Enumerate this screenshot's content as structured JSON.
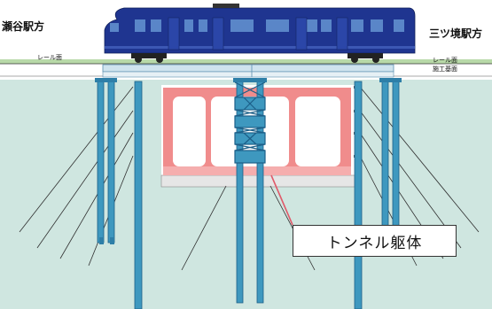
{
  "labels": {
    "station_left": "瀬谷駅方",
    "station_right": "三ツ境駅方",
    "rail_level_left": "レール面",
    "rail_level_right": "レール面",
    "construction_level": "施工基面",
    "callout": "トンネル躯体"
  },
  "colors": {
    "ground": "#cfe6e0",
    "ground_line": "#b8d9a8",
    "train_body": "#1f3590",
    "train_window": "#5a86c8",
    "tunnel_red": "#f08c8c",
    "tunnel_inner": "#ffffff",
    "pile": "#3e98bf",
    "pile_edge": "#1c5f88",
    "deck": "#cfe3ee",
    "leader": "#e05a6a",
    "anchor_line": "#2f2f2f"
  }
}
